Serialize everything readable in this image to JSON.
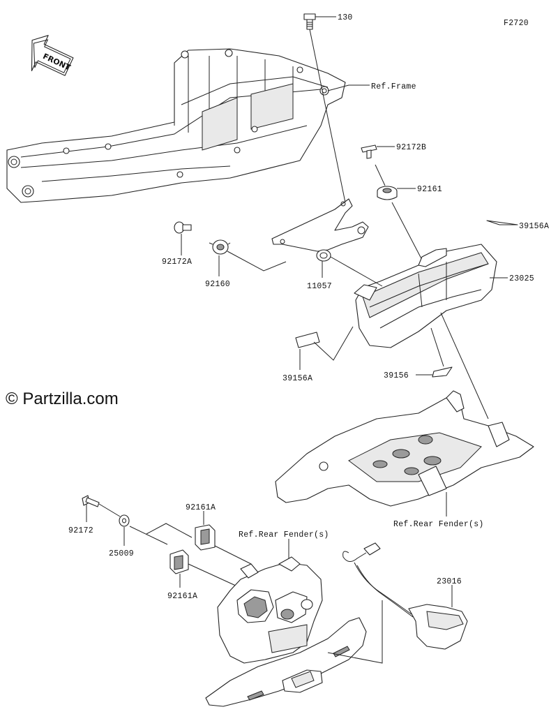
{
  "figure_code": "F2720",
  "watermark": "© Partzilla.com",
  "front_label": "FRONT",
  "labels": {
    "p130": "130",
    "ref_frame": "Ref.Frame",
    "p92172B": "92172B",
    "p92161": "92161",
    "p39156A_top": "39156A",
    "p23025": "23025",
    "p92172A": "92172A",
    "p92160": "92160",
    "p11057": "11057",
    "p39156A_left": "39156A",
    "p39156": "39156",
    "ref_rear_fender_right": "Ref.Rear Fender(s)",
    "p92161A_top": "92161A",
    "ref_rear_fender_mid": "Ref.Rear Fender(s)",
    "p92172": "92172",
    "p25009": "25009",
    "p92161A_bottom": "92161A",
    "p23016": "23016"
  }
}
